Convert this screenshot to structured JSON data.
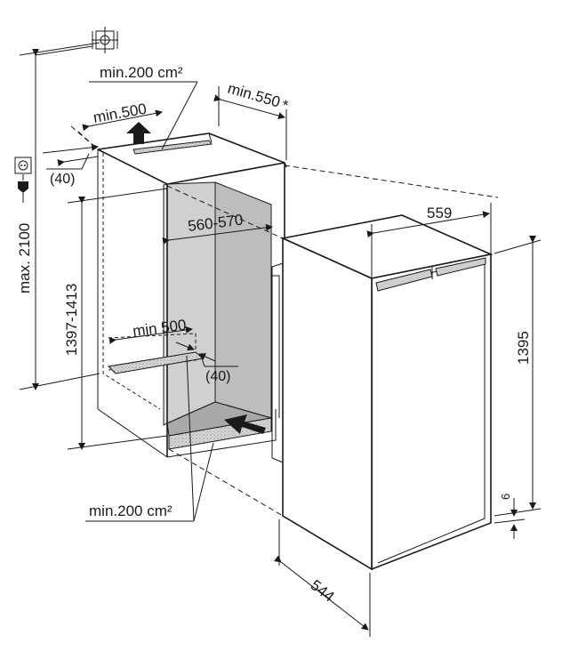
{
  "labels": {
    "vent_top_area": "min.200 cm²",
    "vent_bottom_area": "min.200 cm²",
    "top_depth": "min.500",
    "niche_depth": "min.550",
    "niche_depth_mark": "*",
    "top_gap": "(40)",
    "bottom_gap": "(40)",
    "bottom_depth": "min 500",
    "niche_width": "560-570",
    "niche_height": "1397-1413",
    "max_height": "max. 2100",
    "appliance_width": "559",
    "appliance_height": "1395",
    "plinth_gap": "6",
    "appliance_depth": "544"
  },
  "icons": [
    "ceiling-mount-icon",
    "power-socket-icon",
    "power-plug-icon"
  ],
  "colors": {
    "line": "#1a1a1a",
    "niche_fill": "#d4d4d4",
    "niche_inner": "#c4c4c4",
    "niche_floor": "#a8a8a8",
    "vent_grille": "#b8b8b8",
    "appliance_fill": "#ffffff"
  }
}
